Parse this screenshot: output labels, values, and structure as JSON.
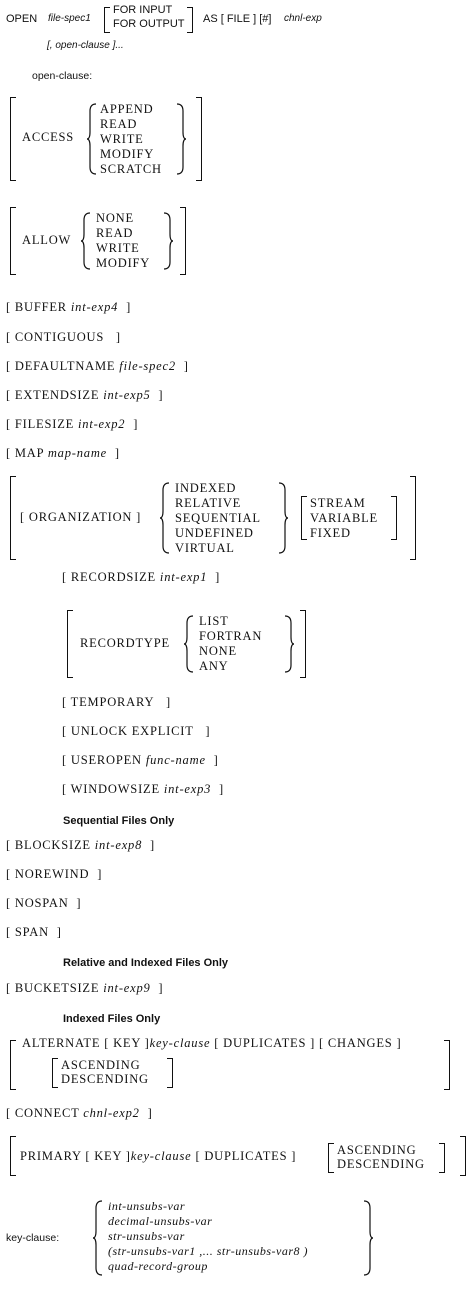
{
  "open": {
    "keyword": "OPEN",
    "file_spec": "file-spec1",
    "for_input": "FOR INPUT",
    "for_output": "FOR OUTPUT",
    "as_file": "AS [ FILE ] [#]",
    "chnl": "chnl-exp",
    "open_clause_rep": "[, open-clause ]..."
  },
  "open_clause_label": "open-clause:",
  "access": {
    "keyword": "ACCESS",
    "options": [
      "APPEND",
      "READ",
      "WRITE",
      "MODIFY",
      "SCRATCH"
    ]
  },
  "allow": {
    "keyword": "ALLOW",
    "options": [
      "NONE",
      "READ",
      "WRITE",
      "MODIFY"
    ]
  },
  "buffer": {
    "keyword": "BUFFER",
    "arg": "int-exp4"
  },
  "contiguous": {
    "keyword": "CONTIGUOUS"
  },
  "defaultname": {
    "keyword": "DEFAULTNAME",
    "arg": "file-spec2"
  },
  "extendsize": {
    "keyword": "EXTENDSIZE",
    "arg": "int-exp5"
  },
  "filesize": {
    "keyword": "FILESIZE",
    "arg": "int-exp2"
  },
  "map": {
    "keyword": "MAP",
    "arg": "map-name"
  },
  "organization": {
    "keyword": "ORGANIZATION",
    "types": [
      "INDEXED",
      "RELATIVE",
      "SEQUENTIAL",
      "UNDEFINED",
      "VIRTUAL"
    ],
    "formats": [
      "STREAM",
      "VARIABLE",
      "FIXED"
    ]
  },
  "recordsize": {
    "keyword": "RECORDSIZE",
    "arg": "int-exp1"
  },
  "recordtype": {
    "keyword": "RECORDTYPE",
    "options": [
      "LIST",
      "FORTRAN",
      "NONE",
      "ANY"
    ]
  },
  "temporary": {
    "keyword": "TEMPORARY"
  },
  "unlock": {
    "keyword": "UNLOCK EXPLICIT"
  },
  "useropen": {
    "keyword": "USEROPEN",
    "arg": "func-name"
  },
  "windowsize": {
    "keyword": "WINDOWSIZE",
    "arg": "int-exp3"
  },
  "sequential_heading": "Sequential Files Only",
  "blocksize": {
    "keyword": "BLOCKSIZE",
    "arg": "int-exp8"
  },
  "norewind": {
    "keyword": "NOREWIND"
  },
  "nospan": {
    "keyword": "NOSPAN"
  },
  "span": {
    "keyword": "SPAN"
  },
  "relative_heading": "Relative and Indexed Files Only",
  "bucketsize": {
    "keyword": "BUCKETSIZE",
    "arg": "int-exp9"
  },
  "indexed_heading": "Indexed Files Only",
  "alternate": {
    "keyword": "ALTERNATE",
    "key": "[ KEY ]",
    "key_clause": "key-clause",
    "duplicates": "[ DUPLICATES ]",
    "changes": "[ CHANGES ]",
    "orders": [
      "ASCENDING",
      "DESCENDING"
    ]
  },
  "connect": {
    "keyword": "CONNECT",
    "arg": "chnl-exp2"
  },
  "primary": {
    "keyword": "PRIMARY",
    "key": "[ KEY ]",
    "key_clause": "key-clause",
    "duplicates": "[ DUPLICATES ]",
    "orders": [
      "ASCENDING",
      "DESCENDING"
    ]
  },
  "key_clause_def": {
    "label": "key-clause:",
    "options": [
      "int-unsubs-var",
      "decimal-unsubs-var",
      "str-unsubs-var",
      "(str-unsubs-var1 ,... str-unsubs-var8 )",
      "quad-record-group"
    ]
  }
}
